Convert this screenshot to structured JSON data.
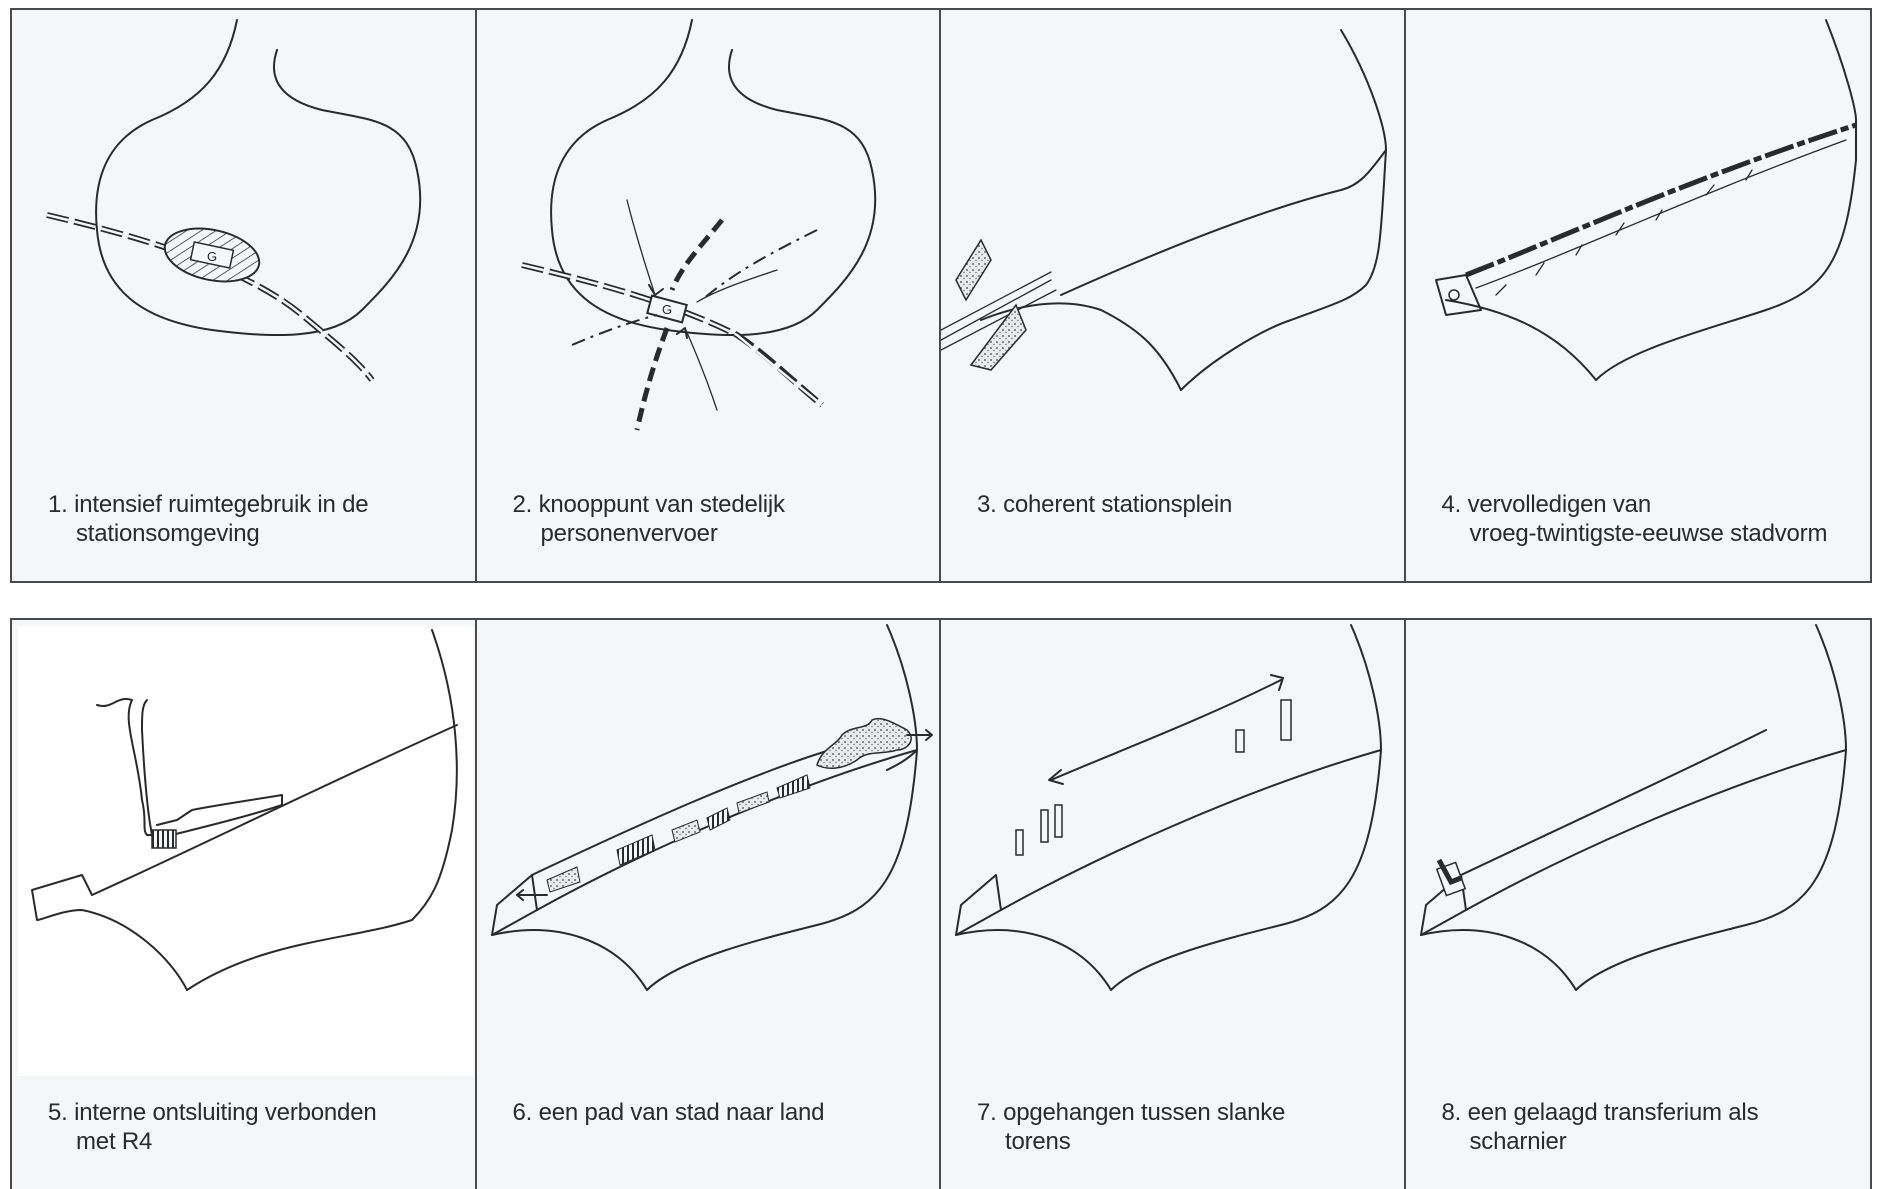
{
  "panels": [
    {
      "id": 1,
      "caption": [
        "1. intensief ruimtegebruik in de",
        "stationsomgeving"
      ],
      "station_label": "G"
    },
    {
      "id": 2,
      "caption": [
        "2. knooppunt van stedelijk",
        "personenvervoer"
      ],
      "station_label": "G"
    },
    {
      "id": 3,
      "caption": [
        "3. coherent stationsplein"
      ]
    },
    {
      "id": 4,
      "caption": [
        "4. vervolledigen van",
        "vroeg-twintigste-eeuwse stadvorm"
      ]
    },
    {
      "id": 5,
      "caption": [
        "5. interne ontsluiting verbonden",
        "met  R4"
      ]
    },
    {
      "id": 6,
      "caption": [
        "6. een pad van stad naar land"
      ]
    },
    {
      "id": 7,
      "caption": [
        "7. opgehangen tussen slanke",
        "torens"
      ]
    },
    {
      "id": 8,
      "caption": [
        "8. een gelaagd transferium als",
        "scharnier"
      ]
    }
  ]
}
